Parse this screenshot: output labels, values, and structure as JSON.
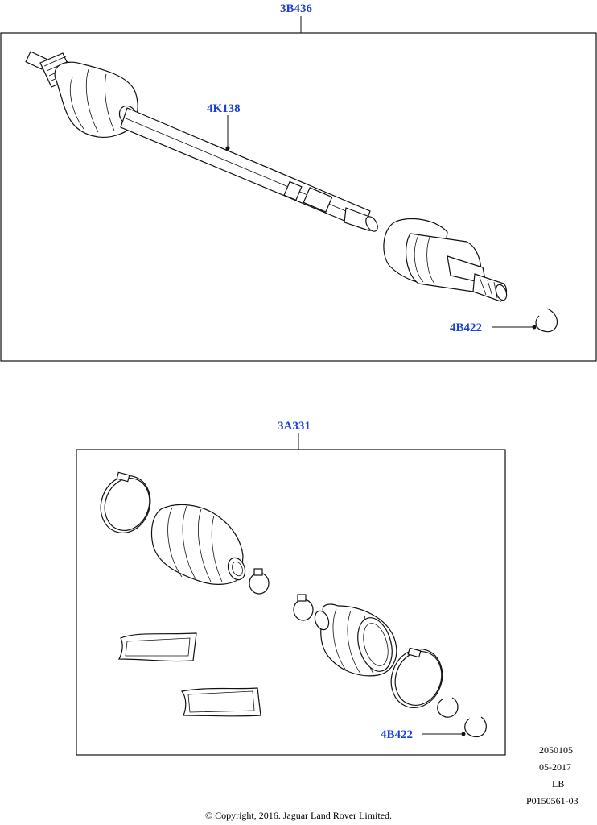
{
  "labels": {
    "assembly_top": "3B436",
    "shaft": "4K138",
    "clip_top": "4B422",
    "assembly_bottom": "3A331",
    "clip_bottom": "4B422"
  },
  "footer": {
    "code1": "2050105",
    "date": "05-2017",
    "region": "LB",
    "ref": "P0150561-03",
    "copyright": "© Copyright, 2016. Jaguar Land Rover Limited."
  },
  "colors": {
    "label": "#1a3fd6",
    "line": "#111111"
  }
}
